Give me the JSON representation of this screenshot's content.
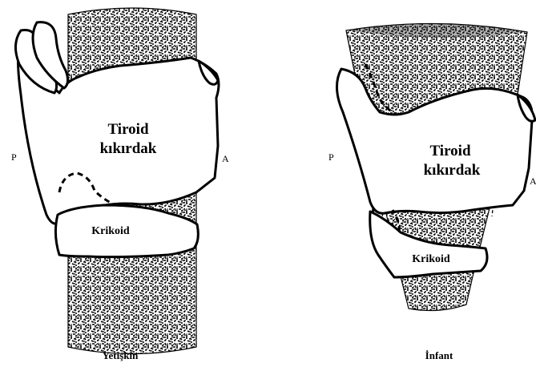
{
  "adult": {
    "thyroid_line1": "Tiroid",
    "thyroid_line2": "kıkırdak",
    "cricoid": "Krikoid",
    "posterior": "P",
    "anterior": "A",
    "caption": "Yetişkin"
  },
  "infant": {
    "thyroid_line1": "Tiroid",
    "thyroid_line2": "kıkırdak",
    "cricoid": "Krikoid",
    "posterior": "P",
    "anterior": "A",
    "caption": "İnfant"
  }
}
